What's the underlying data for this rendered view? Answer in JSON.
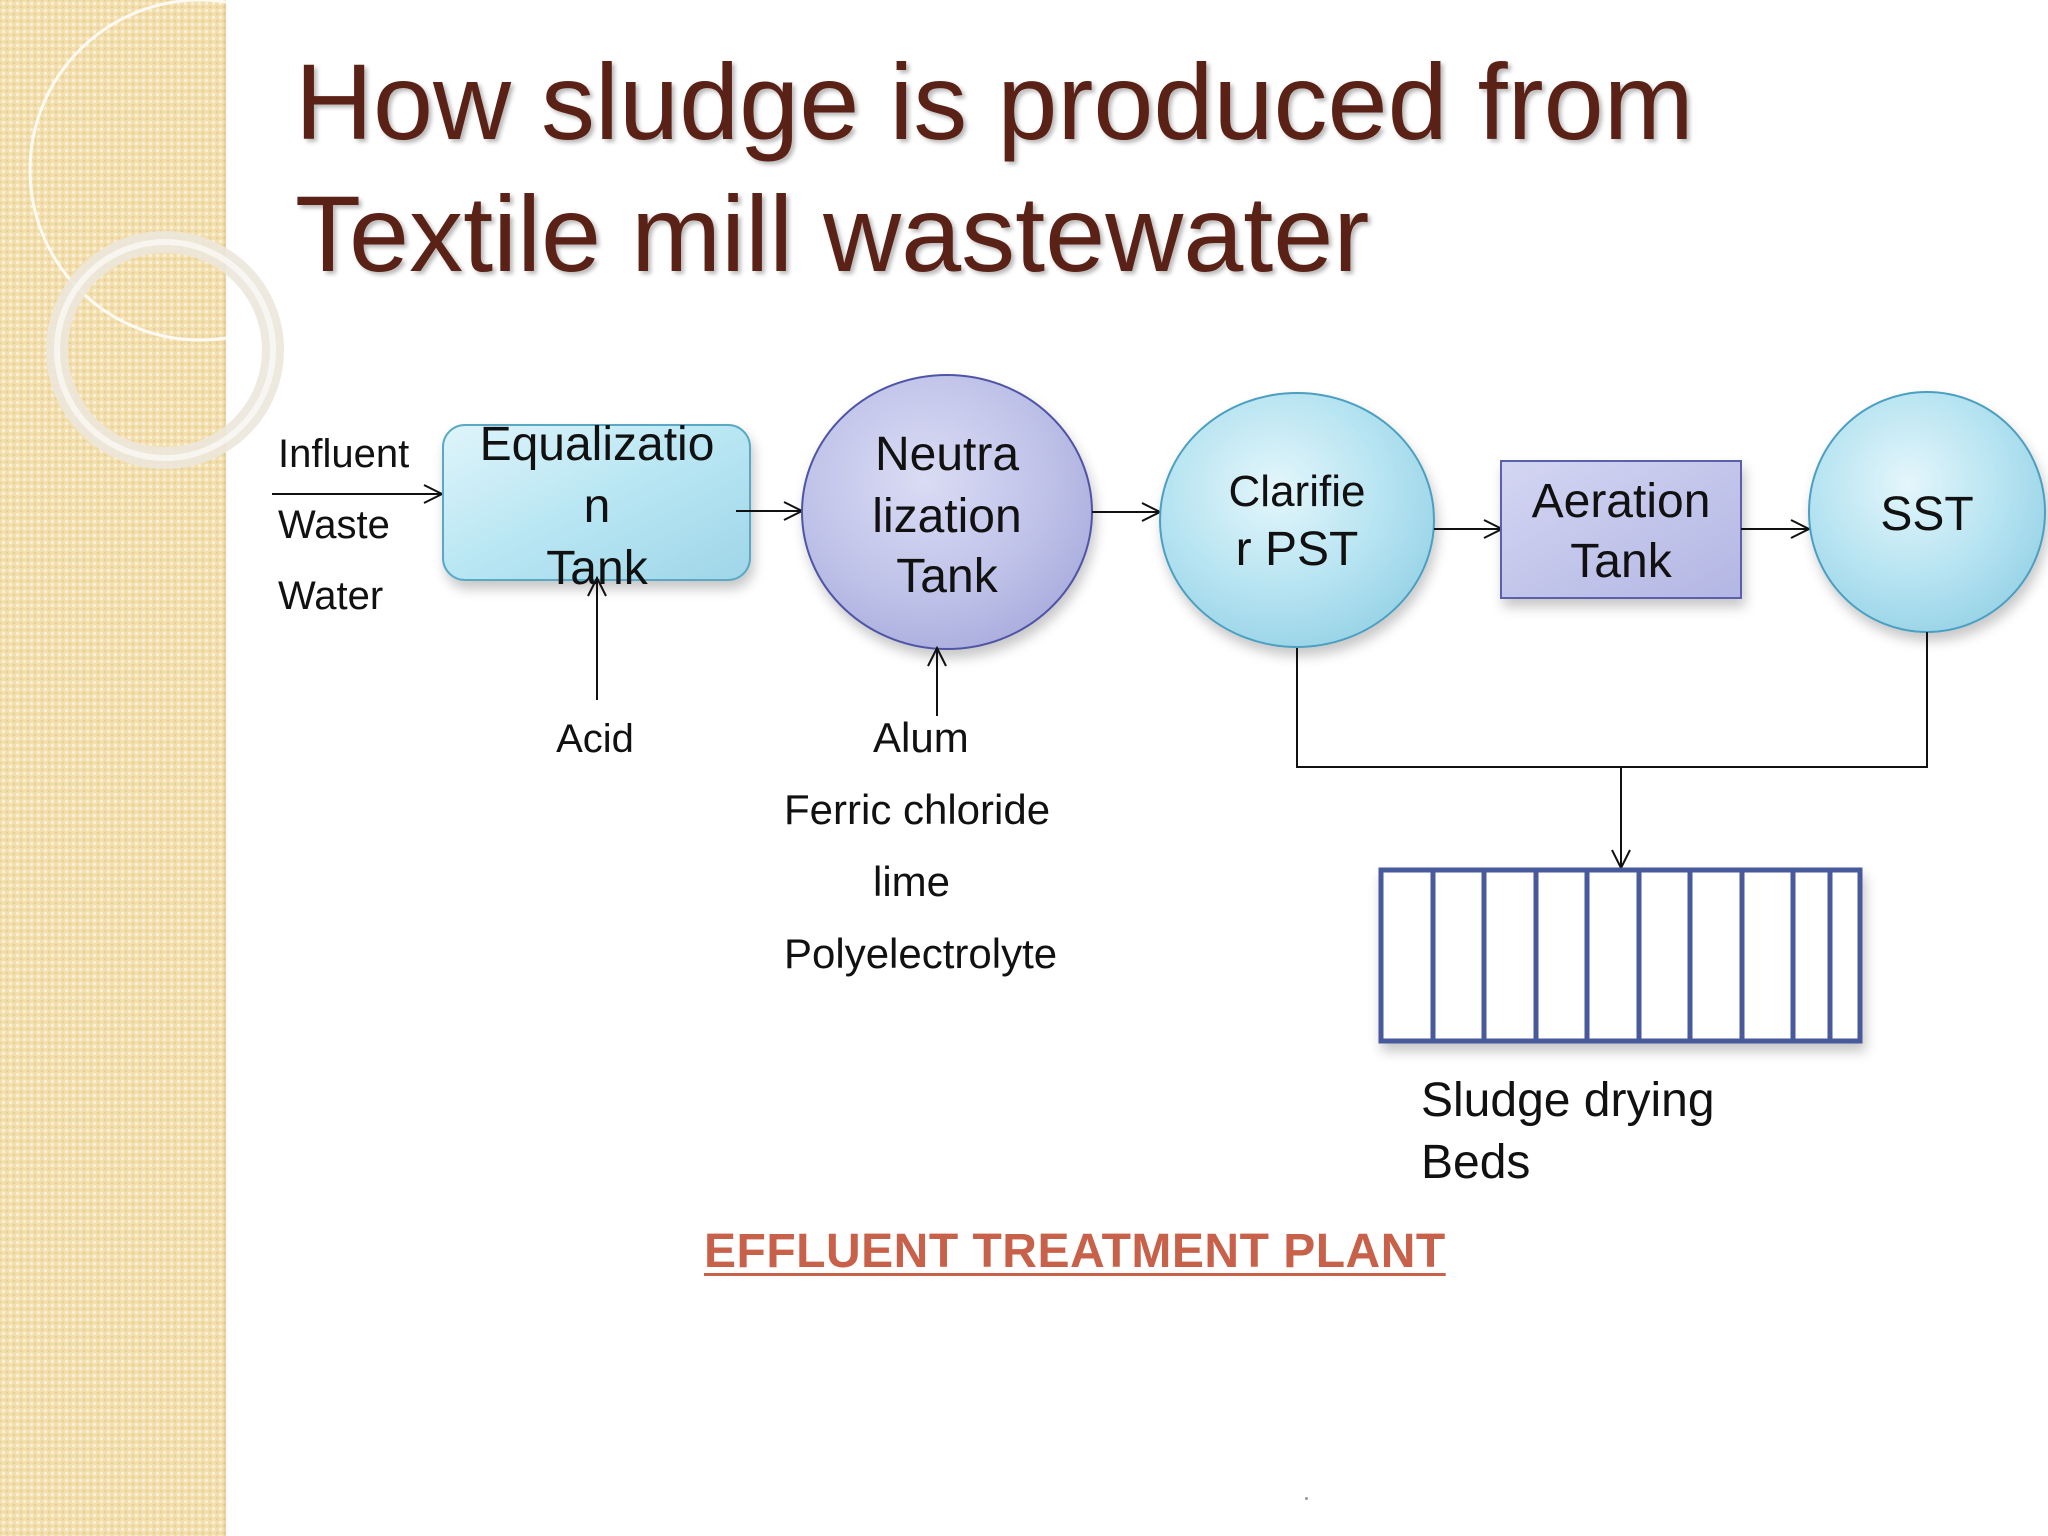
{
  "title": {
    "line1": "How sludge is produced from",
    "line2": "Textile mill wastewater"
  },
  "colors": {
    "title": "#5a2116",
    "footer": "#c8614a",
    "box_blue": "#b9e6f2",
    "box_purple": "#c3c6ea",
    "band": "#f3dfae"
  },
  "influent": {
    "line1": "Influent",
    "line2": "Waste",
    "line3": "Water"
  },
  "nodes": {
    "equalization": {
      "line1": "Equalizatio",
      "line2": "n",
      "line3": "Tank"
    },
    "neutralization": {
      "line1": "Neutra",
      "line2": "lization",
      "line3": "Tank"
    },
    "clarifier": {
      "line1": "Clarifie",
      "line2": "r PST"
    },
    "aeration": {
      "line1": "Aeration",
      "line2": "Tank"
    },
    "sst": {
      "label": "SST"
    }
  },
  "inputs": {
    "acid": "Acid",
    "chemicals": [
      "Alum",
      "Ferric chloride",
      "lime",
      "Polyelectrolyte"
    ]
  },
  "sludge_beds": {
    "line1": "Sludge drying",
    "line2": "Beds"
  },
  "footer": "EFFLUENT TREATMENT PLANT"
}
